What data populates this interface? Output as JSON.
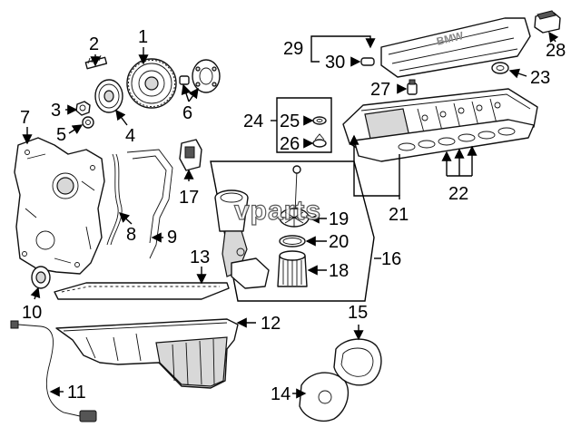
{
  "diagram": {
    "callouts": [
      "1",
      "2",
      "3",
      "4",
      "5",
      "6",
      "7",
      "8",
      "9",
      "10",
      "11",
      "12",
      "13",
      "14",
      "15",
      "16",
      "17",
      "18",
      "19",
      "20",
      "21",
      "22",
      "23",
      "24",
      "25",
      "26",
      "27",
      "28",
      "29",
      "30"
    ],
    "watermark": "vparts",
    "cover_text": "BMW"
  }
}
